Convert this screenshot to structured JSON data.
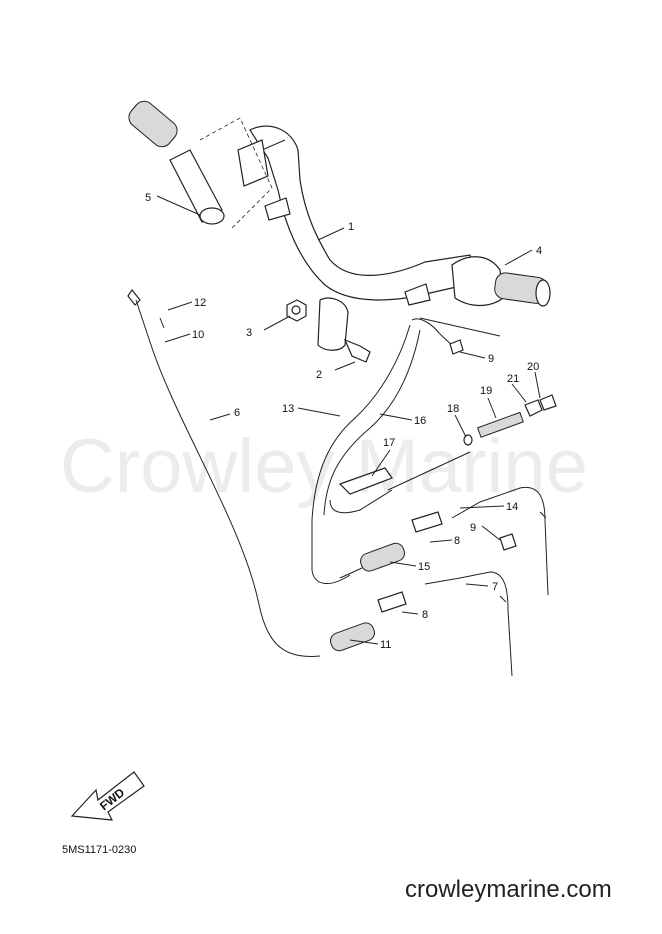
{
  "watermark": "Crowley Marine",
  "diagram_code": "5MS1171-0230",
  "footer": "crowleymarine.com",
  "fwd_label": "FWD",
  "callouts": [
    "1",
    "2",
    "3",
    "4",
    "5",
    "6",
    "7",
    "8",
    "8",
    "9",
    "9",
    "10",
    "11",
    "12",
    "13",
    "14",
    "15",
    "16",
    "17",
    "18",
    "19",
    "20",
    "21"
  ]
}
